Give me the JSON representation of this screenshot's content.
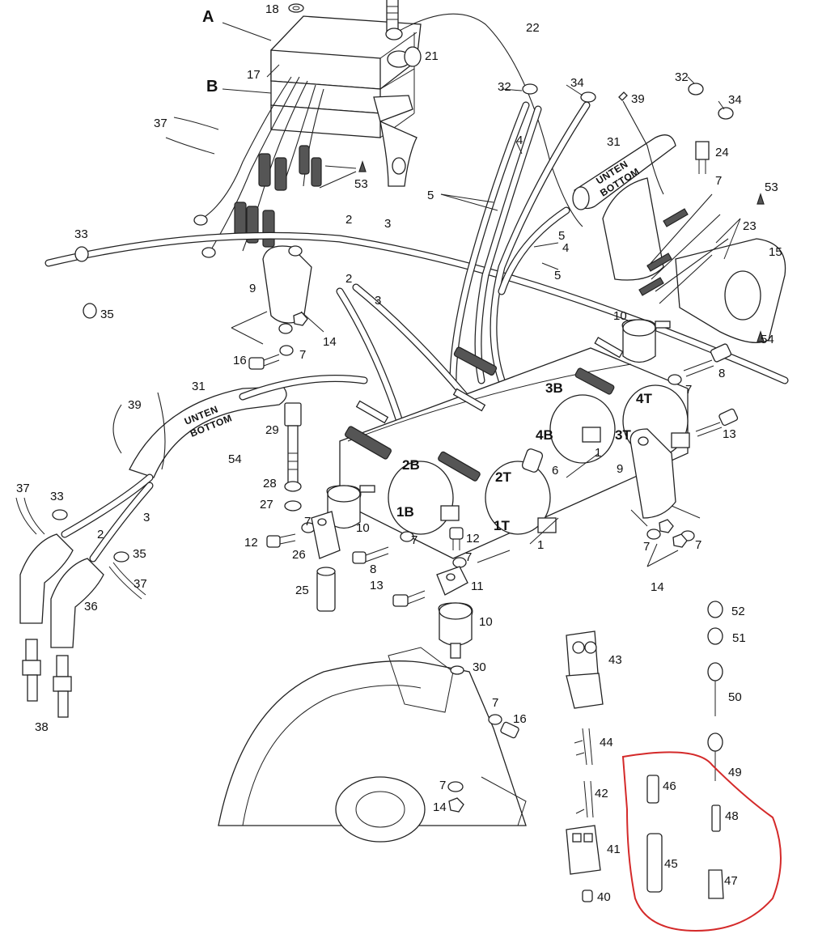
{
  "assembly_labels": {
    "A": "A",
    "B": "B"
  },
  "cylinder_labels": {
    "c1B": "1B",
    "c1T": "1T",
    "c2B": "2B",
    "c2T": "2T",
    "c3B": "3B",
    "c3T": "3T",
    "c4B": "4B",
    "c4T": "4T"
  },
  "cable_stamp": {
    "line1": "UNTEN",
    "line2": "BOTTOM"
  },
  "part_numbers": {
    "p18": "18",
    "p22": "22",
    "p21": "21",
    "p17": "17",
    "p37a": "37",
    "p53a": "53",
    "p32a": "32",
    "p34a": "34",
    "p39a": "39",
    "p32b": "32",
    "p34b": "34",
    "p31a": "31",
    "p24": "24",
    "p7a": "7",
    "p53b": "53",
    "p23": "23",
    "p15": "15",
    "p4a": "4",
    "p4b": "4",
    "p5a": "5",
    "p5b": "5",
    "p5c": "5",
    "p2a": "2",
    "p3a": "3",
    "p33a": "33",
    "p35a": "35",
    "p9a": "9",
    "p2b": "2",
    "p3b": "3",
    "p14a": "14",
    "p7b": "7",
    "p16a": "16",
    "p10a": "10",
    "p54a": "54",
    "p8a": "8",
    "p7c": "7",
    "p31b": "31",
    "p39b": "39",
    "p13a": "13",
    "p29": "29",
    "p54b": "54",
    "p1a": "1",
    "p9b": "9",
    "p6": "6",
    "p28": "28",
    "p37b": "37",
    "p33b": "33",
    "p27": "27",
    "p7d": "7",
    "p10b": "10",
    "p7e": "7",
    "p12a": "12",
    "p12b": "12",
    "p1b": "1",
    "p7f": "7",
    "p7g": "7",
    "p26": "26",
    "p3c": "3",
    "p2c": "2",
    "p35b": "35",
    "p37c": "37",
    "p8b": "8",
    "p7h": "7",
    "p36": "36",
    "p13b": "13",
    "p11": "11",
    "p14b": "14",
    "p25": "25",
    "p10c": "10",
    "p52": "52",
    "p51": "51",
    "p43": "43",
    "p30": "30",
    "p38": "38",
    "p50": "50",
    "p7i": "7",
    "p16b": "16",
    "p44": "44",
    "p49": "49",
    "p46": "46",
    "p42": "42",
    "p7j": "7",
    "p14c": "14",
    "p48": "48",
    "p41": "41",
    "p45": "45",
    "p47": "47",
    "p40": "40"
  },
  "markup": {
    "highlight_color": "#d42a2a"
  }
}
